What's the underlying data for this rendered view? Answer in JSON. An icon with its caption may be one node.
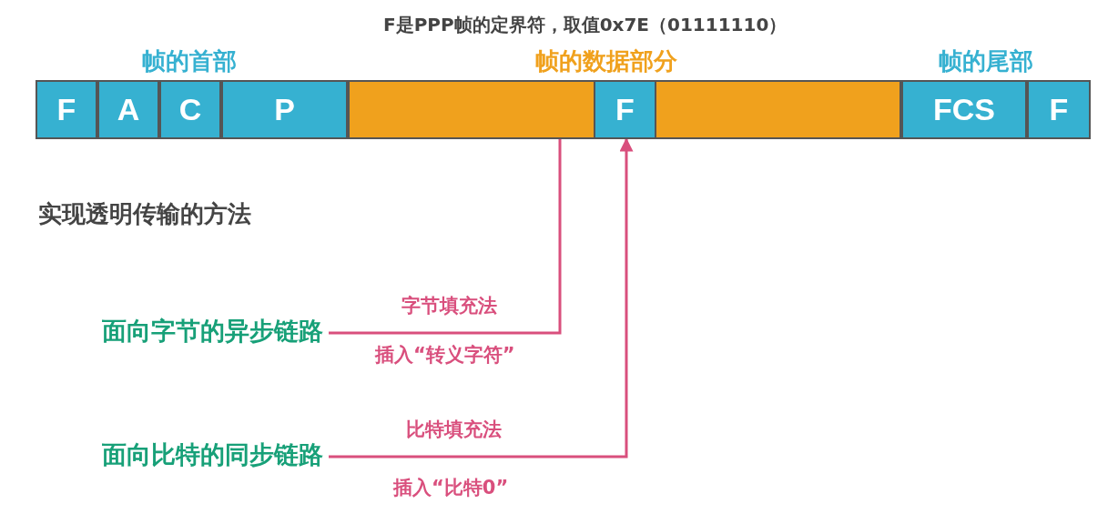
{
  "diagram": {
    "nodes": [
      {
        "text": [
          "F"
        ]
      },
      {
        "text": [
          "A"
        ]
      },
      {
        "text": [
          "C"
        ]
      },
      {
        "text": [
          "P"
        ]
      },
      {
        "text": [],
        "shape": "box"
      },
      {
        "text": [
          "F"
        ],
        "in": 4
      },
      {
        "text": [
          "FCS"
        ]
      },
      {
        "text": [
          "F"
        ]
      },
      {
        "text": [
          "面向字节的异步链路"
        ]
      },
      {
        "text": [
          "面向比特的同步链路"
        ]
      }
    ],
    "edges": [
      {
        "from": 8,
        "to": 5,
        "arrow": "to",
        "label": "字节填充法"
      },
      {
        "from": 9,
        "to": 5,
        "arrow": "to",
        "label": "比特填充法"
      }
    ],
    "labels": [
      "F是PPP帧的定界符，取值0x7E（01111110）",
      "帧的首部",
      "帧的数据部分",
      "帧的尾部",
      "实现透明传输的方法",
      "插入“转义字符”",
      "插入“比特0”"
    ]
  }
}
